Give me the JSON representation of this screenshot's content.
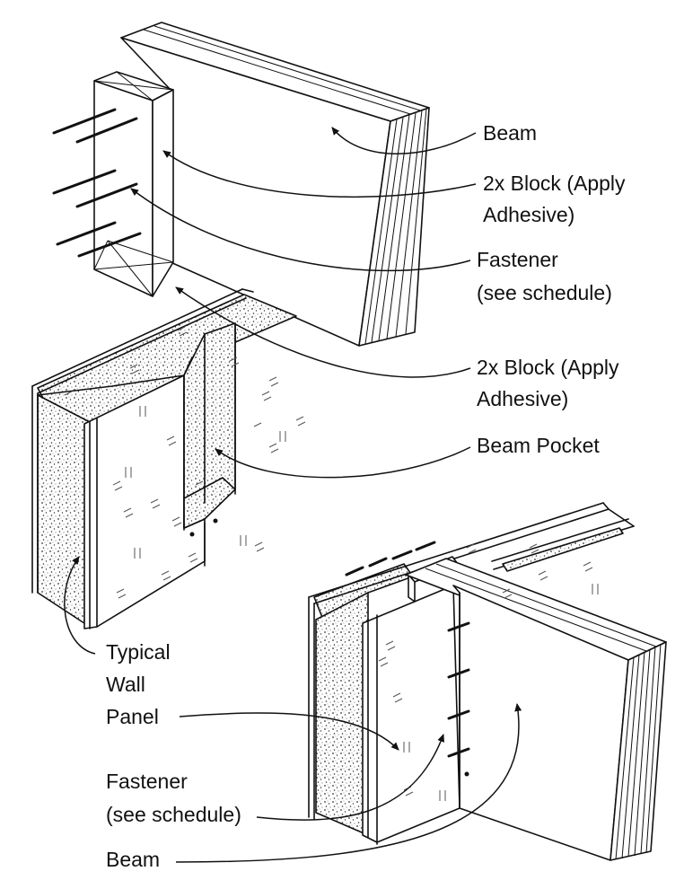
{
  "labels": {
    "beam_top": "Beam",
    "block1_line1": "2x Block (Apply",
    "block1_line2": "Adhesive)",
    "fastener1_line1": "Fastener",
    "fastener1_line2": "(see schedule)",
    "block2_line1": "2x Block (Apply",
    "block2_line2": "Adhesive)",
    "beam_pocket": "Beam Pocket",
    "wall_line1": "Typical",
    "wall_line2": "Wall",
    "wall_line3": "Panel",
    "fastener2_line1": "Fastener",
    "fastener2_line2": "(see schedule)",
    "beam_bottom": "Beam"
  },
  "colors": {
    "ink": "#111111",
    "paper": "#ffffff",
    "foam": "#c9c9c9"
  }
}
